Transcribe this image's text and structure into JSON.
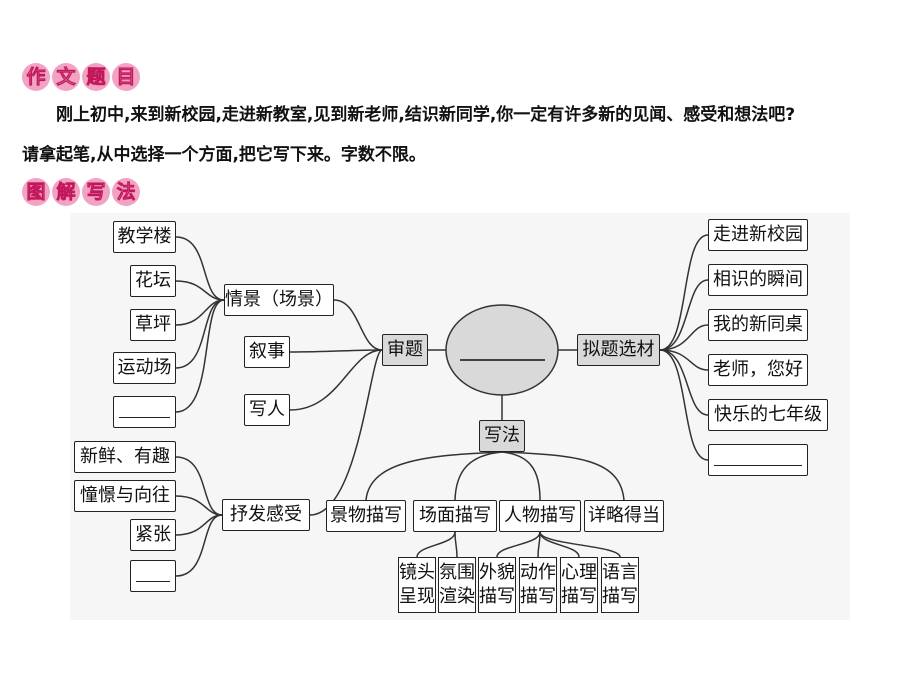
{
  "headers": {
    "topic": [
      "作",
      "文",
      "题",
      "目"
    ],
    "method": [
      "图",
      "解",
      "写",
      "法"
    ]
  },
  "prompt": {
    "line1": "刚上初中,来到新校园,走进新教室,见到新老师,结识新同学,你一定有许多新的见闻、感受和想法吧?",
    "line2": "请拿起笔,从中选择一个方面,把它写下来。字数不限。"
  },
  "diagram": {
    "center_blank": "",
    "shenti": "审题",
    "nitixuancai": "拟题选材",
    "xiefa": "写法",
    "qingjing": "情景（场景）",
    "xushi": "叙事",
    "xieren": "写人",
    "shufaganshou": "抒发感受",
    "scene_items": [
      "教学楼",
      "花坛",
      "草坪",
      "运动场"
    ],
    "feeling_items": [
      "新鲜、有趣",
      "憧憬与向往",
      "紧张"
    ],
    "title_items": [
      "走进新校园",
      "相识的瞬间",
      "我的新同桌",
      "老师，您好",
      "快乐的七年级"
    ],
    "methods": [
      "景物描写",
      "场面描写",
      "人物描写",
      "详略得当"
    ],
    "sub_methods": [
      [
        "镜头",
        "呈现"
      ],
      [
        "氛围",
        "渲染"
      ],
      [
        "外貌",
        "描写"
      ],
      [
        "动作",
        "描写"
      ],
      [
        "心理",
        "描写"
      ],
      [
        "语言",
        "描写"
      ]
    ]
  }
}
